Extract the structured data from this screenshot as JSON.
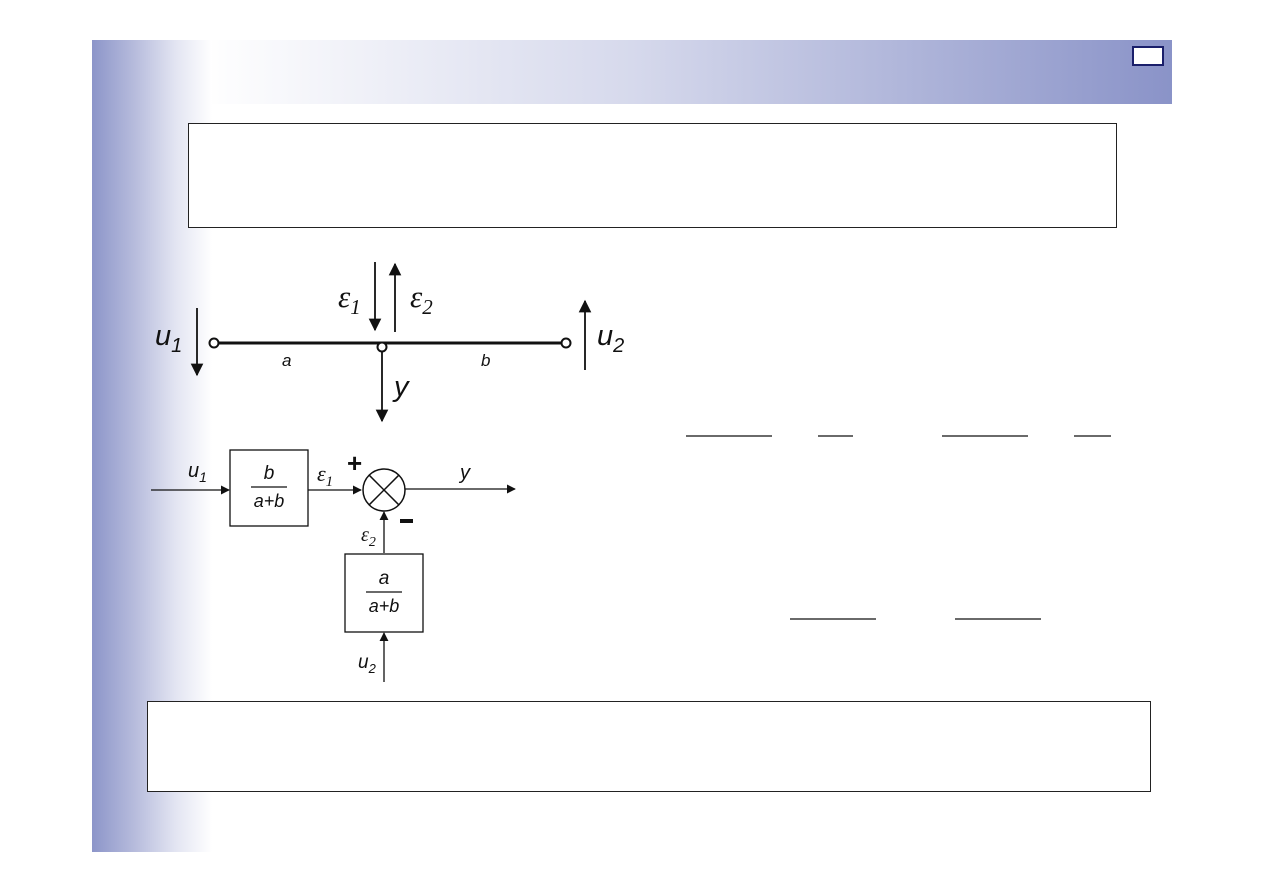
{
  "beam": {
    "u1": {
      "base": "u",
      "sub": "1"
    },
    "u2": {
      "base": "u",
      "sub": "2"
    },
    "eps1": {
      "base": "ε",
      "sub": "1"
    },
    "eps2": {
      "base": "ε",
      "sub": "2"
    },
    "y": "y",
    "a": "a",
    "b": "b"
  },
  "block": {
    "input_u1": {
      "base": "u",
      "sub": "1"
    },
    "input_u2": {
      "base": "u",
      "sub": "2"
    },
    "block1_num": "b",
    "block1_den": "a+b",
    "block2_num": "a",
    "block2_den": "a+b",
    "eps1": {
      "base": "ε",
      "sub": "1"
    },
    "eps2": {
      "base": "ε",
      "sub": "2"
    },
    "output_y": "y",
    "plus": "+",
    "minus": "-"
  },
  "colors": {
    "band_dark": "#8a93c8",
    "tab_border": "#1a1f6b"
  }
}
